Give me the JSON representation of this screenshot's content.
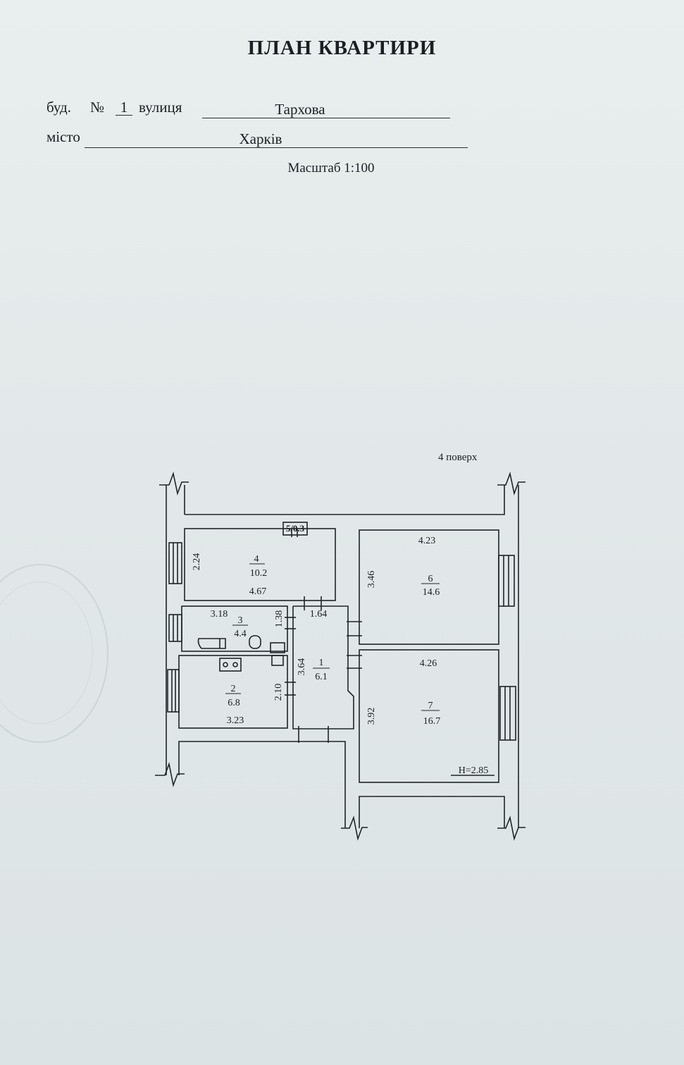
{
  "header": {
    "title": "ПЛАН КВАРТИРИ",
    "building_label": "буд.",
    "number_sign": "№",
    "building_number": "1",
    "street_label": "вулиця",
    "street_value": "Тархова",
    "city_label": "місто",
    "city_value": "Харків",
    "scale": "Масштаб 1:100"
  },
  "plan": {
    "floor_label": "4 поверх",
    "balcony": "5/0.3",
    "height": "H=2.85",
    "rooms": [
      {
        "number": "1",
        "area": "6.1",
        "dims": [
          "3.64",
          "1.64"
        ]
      },
      {
        "number": "2",
        "area": "6.8",
        "dims": [
          "3.23",
          "2.10"
        ]
      },
      {
        "number": "3",
        "area": "4.4",
        "dims": [
          "3.18",
          "1.38"
        ]
      },
      {
        "number": "4",
        "area": "10.2",
        "dims": [
          "4.67",
          "2.24"
        ]
      },
      {
        "number": "6",
        "area": "14.6",
        "dims": [
          "4.23",
          "3.46"
        ]
      },
      {
        "number": "7",
        "area": "16.7",
        "dims": [
          "4.26",
          "3.92"
        ]
      }
    ]
  }
}
